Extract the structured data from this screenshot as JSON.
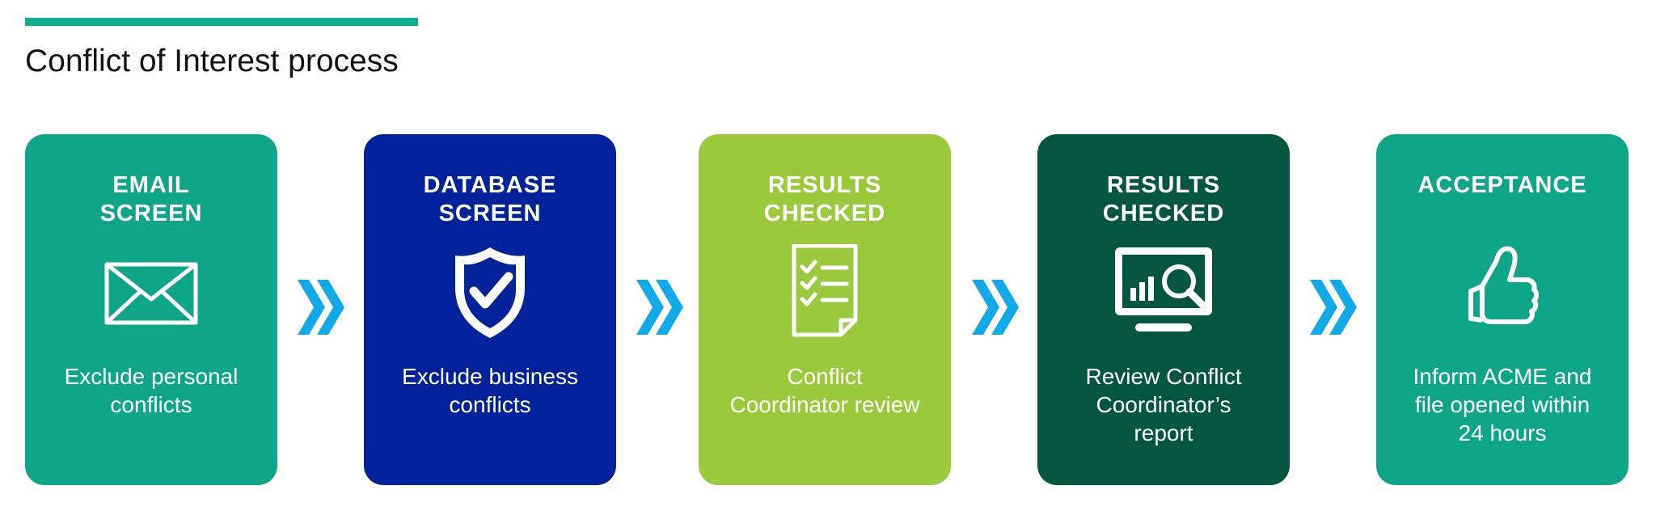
{
  "title": "Conflict of Interest process",
  "colors": {
    "accent_bar": "#0fae8c",
    "arrow": "#11a9e8"
  },
  "steps": [
    {
      "title": "EMAIL\nSCREEN",
      "description": "Exclude personal\nconflicts",
      "icon": "envelope-icon",
      "color": "#0fa688"
    },
    {
      "title": "DATABASE\nSCREEN",
      "description": "Exclude business\nconflicts",
      "icon": "shield-check-icon",
      "color": "#02229b"
    },
    {
      "title": "RESULTS\nCHECKED",
      "description": "Conflict\nCoordinator review",
      "icon": "checklist-document-icon",
      "color": "#9bc93c"
    },
    {
      "title": "RESULTS\nCHECKED",
      "description": "Review Conflict\nCoordinator’s\nreport",
      "icon": "monitor-chart-magnifier-icon",
      "color": "#04563e"
    },
    {
      "title": "ACCEPTANCE",
      "description": "Inform ACME and\nfile opened within\n24 hours",
      "icon": "thumbs-up-icon",
      "color": "#0fa688"
    }
  ]
}
